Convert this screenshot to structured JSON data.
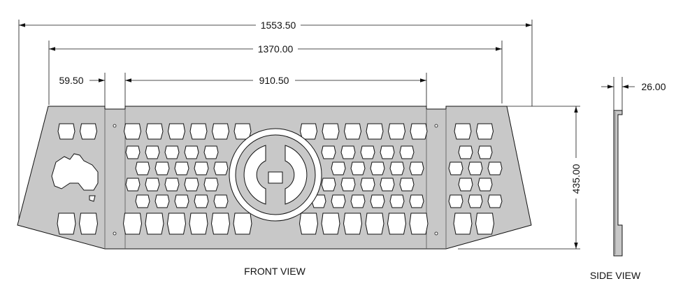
{
  "dimensions": {
    "overall_width": "1553.50",
    "inner_width": "1370.00",
    "side_panel_width": "59.50",
    "center_width": "910.50",
    "height": "435.00",
    "thickness": "26.00"
  },
  "views": {
    "front": "FRONT VIEW",
    "side": "SIDE VIEW"
  },
  "colors": {
    "panel_fill": "#c8c8c8",
    "line": "#111111",
    "cutout": "#ffffff"
  }
}
